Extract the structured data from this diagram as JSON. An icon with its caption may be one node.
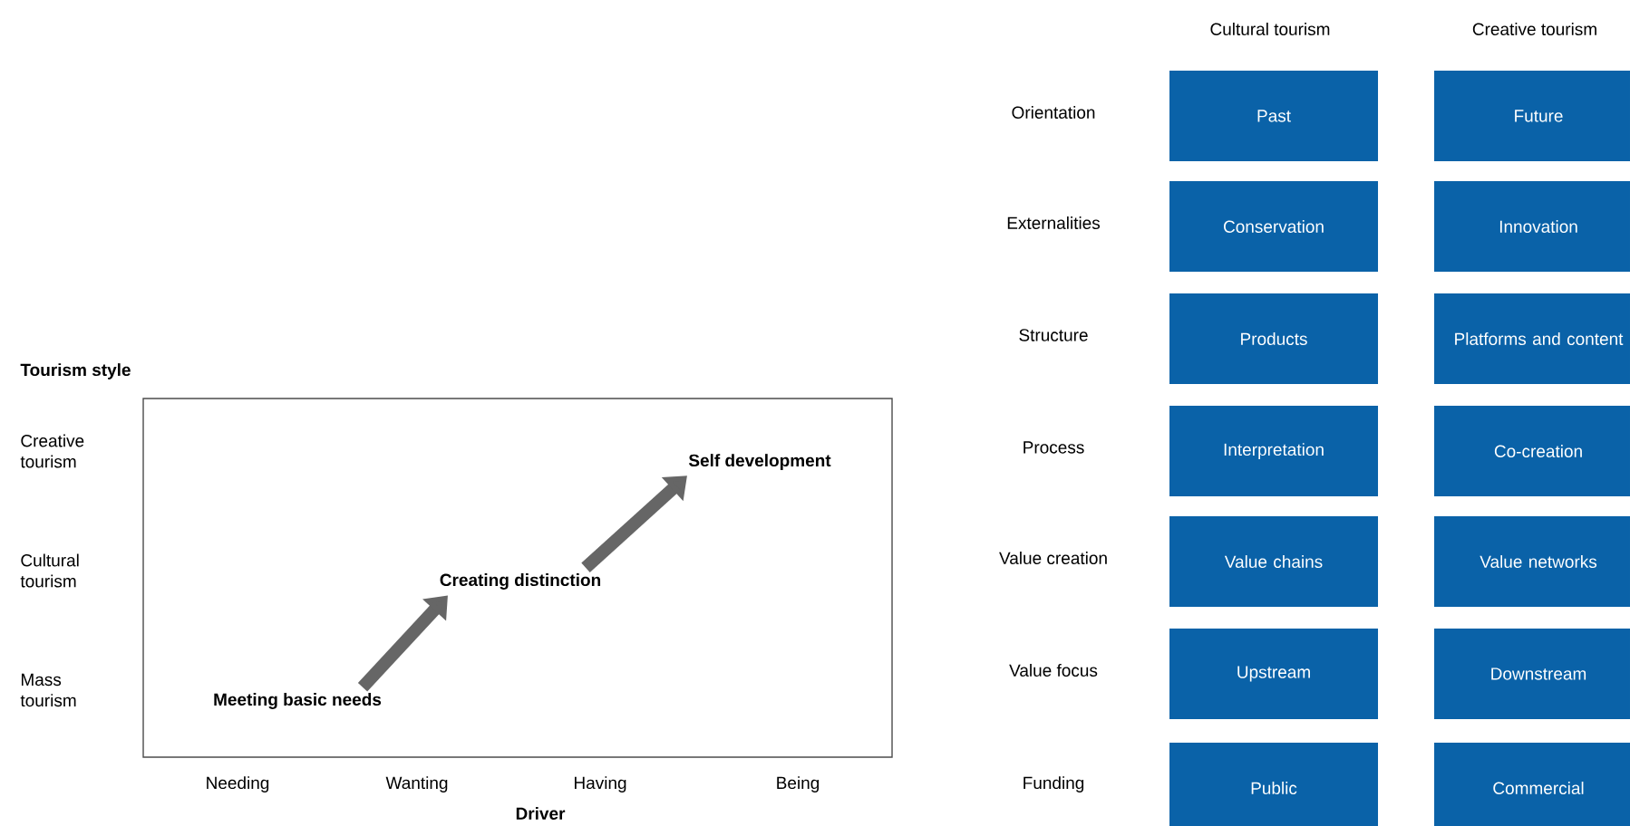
{
  "diagram": {
    "nodes": [
      {
        "text": [],
        "shape": "box"
      },
      {
        "text": [
          "Meeting basic needs"
        ],
        "in": 0
      },
      {
        "text": [
          "Creating distinction"
        ],
        "in": 0
      },
      {
        "text": [
          "Self development"
        ],
        "in": 0
      },
      {
        "text": [
          "Past"
        ]
      },
      {
        "text": [
          "Future"
        ]
      },
      {
        "text": [
          "Conservation"
        ]
      },
      {
        "text": [
          "Innovation"
        ]
      },
      {
        "text": [
          "Products"
        ]
      },
      {
        "text": [
          "Platforms and content"
        ]
      },
      {
        "text": [
          "Interpretation"
        ]
      },
      {
        "text": [
          "Co-creation"
        ]
      },
      {
        "text": [
          "Value chains"
        ]
      },
      {
        "text": [
          "Value networks"
        ]
      },
      {
        "text": [
          "Upstream"
        ]
      },
      {
        "text": [
          "Downstream"
        ]
      },
      {
        "text": [
          "Public"
        ]
      },
      {
        "text": [
          "Commercial"
        ]
      }
    ],
    "edges": [
      {
        "from": 1,
        "to": 2,
        "arrow": "to"
      },
      {
        "from": 2,
        "to": 3,
        "arrow": "to"
      }
    ],
    "labels": [
      "Cultural tourism",
      "Creative tourism",
      "Orientation",
      "Externalities",
      "Structure",
      "Process",
      "Value creation",
      "Value focus",
      "Funding",
      "Tourism style",
      "Creative tourism",
      "Cultural tourism",
      "Mass tourism",
      "Needing",
      "Wanting",
      "Having",
      "Being",
      "Driver"
    ]
  }
}
